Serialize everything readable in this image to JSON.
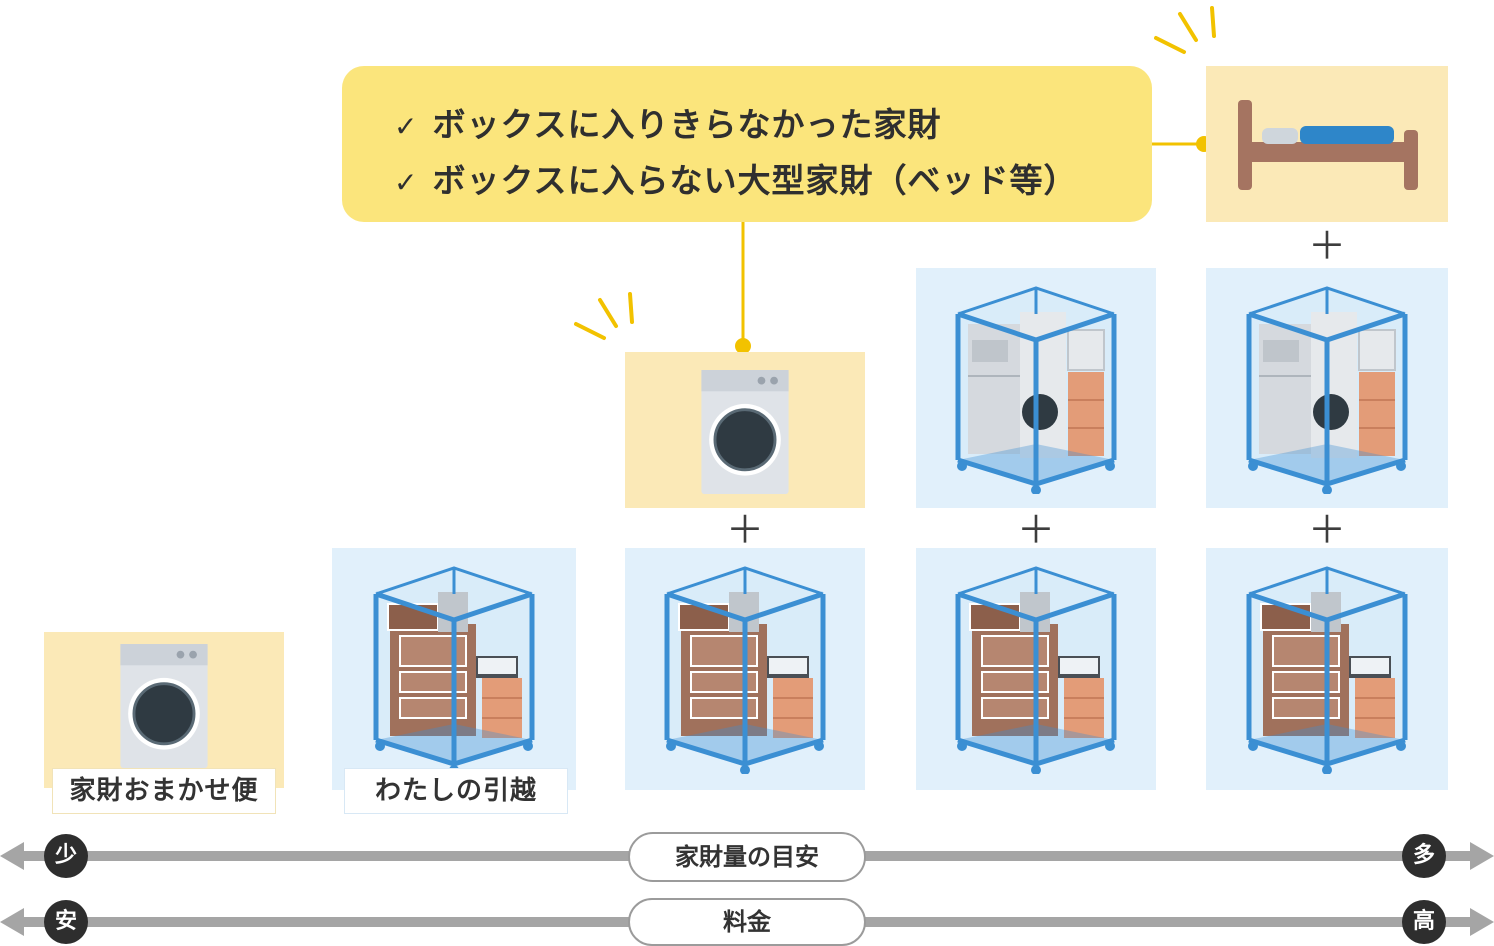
{
  "callout": {
    "lines": [
      "ボックスに入りきらなかった家財",
      "ボックスに入らない大型家財（ベッド等）"
    ],
    "check_icon": "✓"
  },
  "plans": [
    {
      "label": "家財おまかせ便"
    },
    {
      "label": "わたしの引越"
    }
  ],
  "plus_sign": "＋",
  "axes": [
    {
      "label": "家財量の目安",
      "left_marker": "少",
      "right_marker": "多"
    },
    {
      "label": "料金",
      "left_marker": "安",
      "right_marker": "高"
    }
  ],
  "colors": {
    "yellow_tile": "#fbe9b7",
    "blue_tile": "#e1f0fb",
    "callout": "#fbe57c",
    "connector": "#f2c200",
    "box_frame": "#3b8fd3",
    "axis": "#a5a5a5"
  }
}
